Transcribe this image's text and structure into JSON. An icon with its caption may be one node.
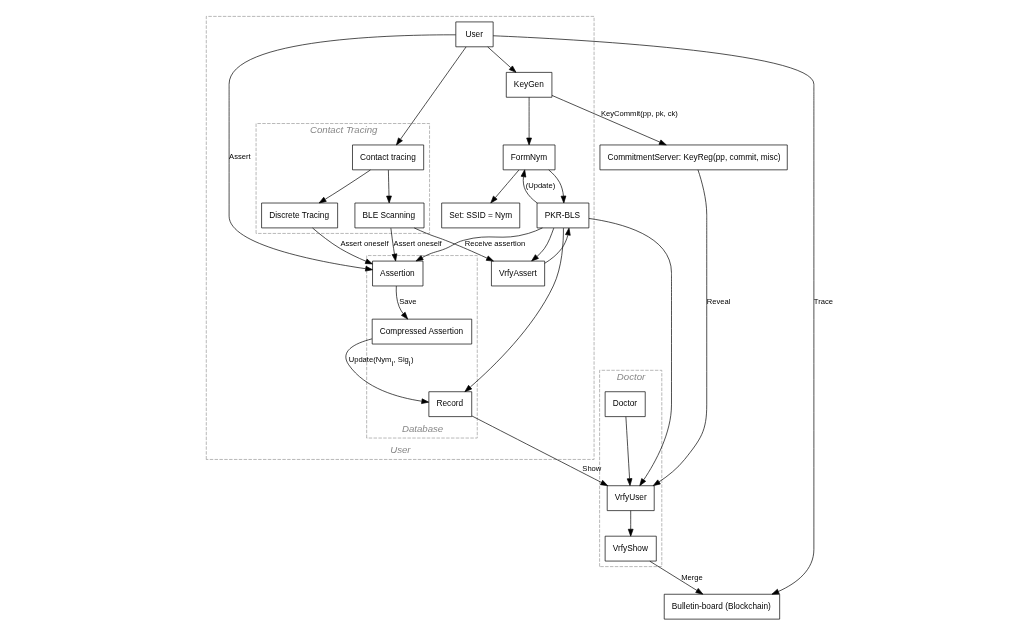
{
  "diagram": {
    "nodes": [
      {
        "text": [
          "CommitmentServer: KeyReg(pp, commit, misc)"
        ]
      },
      {
        "text": [
          "User"
        ]
      },
      {
        "text": [
          "Contact Tracing"
        ],
        "in": 1
      },
      {
        "text": [
          "Contact tracing"
        ],
        "in": 2
      },
      {
        "text": [
          "Discrete Tracing"
        ],
        "in": 2
      },
      {
        "text": [
          "BLE Scanning"
        ],
        "in": 2
      },
      {
        "text": [
          "KeyGen"
        ],
        "in": 1
      },
      {
        "text": [
          "User"
        ],
        "in": 1
      },
      {
        "text": [
          "FormNym"
        ],
        "in": 1
      },
      {
        "text": [
          "Set: SSID = Nym"
        ],
        "in": 1
      },
      {
        "text": [
          "PKR-BLS"
        ],
        "in": 1
      },
      {
        "text": [
          "VrfyAssert"
        ],
        "in": 1
      },
      {
        "text": [
          "Database"
        ],
        "in": 1
      },
      {
        "text": [
          "Assertion"
        ],
        "in": 12
      },
      {
        "text": [
          "Compressed Assertion"
        ],
        "in": 12
      },
      {
        "text": [
          "Record"
        ],
        "in": 12
      },
      {
        "text": [
          "Doctor"
        ]
      },
      {
        "text": [
          "Doctor"
        ],
        "in": 16
      },
      {
        "text": [
          "VrfyUser"
        ],
        "in": 16
      },
      {
        "text": [
          "VrfyShow"
        ],
        "in": 16
      },
      {
        "text": [
          "Bulletin-board (Blockchain)"
        ]
      }
    ],
    "edges": [
      {
        "from": 6,
        "to": 0,
        "arrow": "to",
        "label": "KeyCommit(pp, pk, ck)"
      },
      {
        "from": 0,
        "to": 18,
        "arrow": "to",
        "label": "Reveal"
      },
      {
        "from": 7,
        "to": 3,
        "arrow": "to"
      },
      {
        "from": 7,
        "to": 6,
        "arrow": "to"
      },
      {
        "from": 7,
        "to": 13,
        "arrow": "to",
        "label": "Assert"
      },
      {
        "from": 7,
        "to": 20,
        "arrow": "to",
        "label": "Trace"
      },
      {
        "from": 3,
        "to": 4,
        "arrow": "to"
      },
      {
        "from": 3,
        "to": 5,
        "arrow": "to"
      },
      {
        "from": 6,
        "to": 8,
        "arrow": "to"
      },
      {
        "from": 8,
        "to": 9,
        "arrow": "to"
      },
      {
        "from": 8,
        "to": 10,
        "arrow": "to"
      },
      {
        "from": 10,
        "to": 8,
        "arrow": "to",
        "label": "(Update)"
      },
      {
        "from": 10,
        "to": 13,
        "arrow": "to"
      },
      {
        "from": 10,
        "to": 15,
        "arrow": "to"
      },
      {
        "from": 10,
        "to": 11,
        "arrow": "to"
      },
      {
        "from": 11,
        "to": 10,
        "arrow": "to"
      },
      {
        "from": 5,
        "to": 11,
        "arrow": "to",
        "label": "Receive assertion"
      },
      {
        "from": 4,
        "to": 13,
        "arrow": "to",
        "label": "Assert oneself"
      },
      {
        "from": 5,
        "to": 13,
        "arrow": "to",
        "label": "Assert oneself"
      },
      {
        "from": 15,
        "to": 18,
        "arrow": "to",
        "label": "Show"
      },
      {
        "from": 10,
        "to": 18,
        "arrow": "to"
      },
      {
        "from": 13,
        "to": 14,
        "arrow": "to",
        "label": "Save"
      },
      {
        "from": 14,
        "to": 15,
        "arrow": "to",
        "label": "Update(Nym$_{i}$, Sig$_{i}$)"
      },
      {
        "from": 17,
        "to": 18,
        "arrow": "to"
      },
      {
        "from": 18,
        "to": 19,
        "arrow": "to"
      },
      {
        "from": 19,
        "to": 20,
        "arrow": "to",
        "label": "Merge"
      }
    ]
  }
}
